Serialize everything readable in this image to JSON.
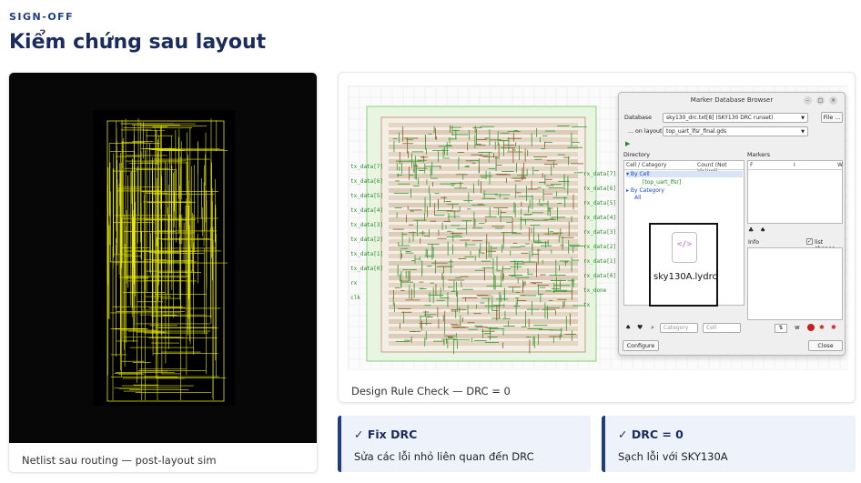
{
  "header": {
    "eyebrow": "SIGN-OFF",
    "title": "Kiểm chứng sau layout"
  },
  "left_card": {
    "caption": "Netlist sau routing — post-layout sim"
  },
  "right_card": {
    "caption": "Design Rule Check — DRC = 0",
    "pin_labels_left": [
      "tx_data[7]",
      "tx_data[6]",
      "tx_data[5]",
      "tx_data[4]",
      "tx_data[3]",
      "tx_data[2]",
      "tx_data[1]",
      "tx_data[0]",
      "rx",
      "clk"
    ],
    "pin_labels_right": [
      "rx_data[7]",
      "rx_data[6]",
      "rx_data[5]",
      "rx_data[4]",
      "rx_data[3]",
      "rx_data[2]",
      "rx_data[1]",
      "rx_data[0]",
      "tx_done",
      "tx"
    ]
  },
  "dialog": {
    "title": "Marker Database Browser",
    "database_label": "Database",
    "database_value": "sky130_drc.txt[8] (SKY130 DRC runset)",
    "file_button": "File ...",
    "layout_label": "... on layout",
    "layout_value": "top_uart_lfsr_final.gds",
    "directory_label": "Directory",
    "markers_label": "Markers",
    "col_cell": "Cell / Category",
    "col_count": "Count (Not Visited)",
    "col_f": "F",
    "col_i": "I",
    "col_w": "W",
    "tree": [
      "By Cell",
      "[top_uart_lfsr]",
      "By Category",
      "All"
    ],
    "info_label": "Info",
    "list_shapes_label": "list shapes",
    "category_placeholder": "Category",
    "cell_placeholder": "Cell",
    "configure_button": "Configure",
    "close_button": "Close"
  },
  "file_popup": {
    "name": "sky130A.lydrc",
    "glyph": "</>"
  },
  "notes": [
    {
      "title": "✓ Fix DRC",
      "body": "Sửa các lỗi nhỏ liên quan đến DRC"
    },
    {
      "title": "✓ DRC = 0",
      "body": "Sạch lỗi với SKY130A"
    }
  ]
}
